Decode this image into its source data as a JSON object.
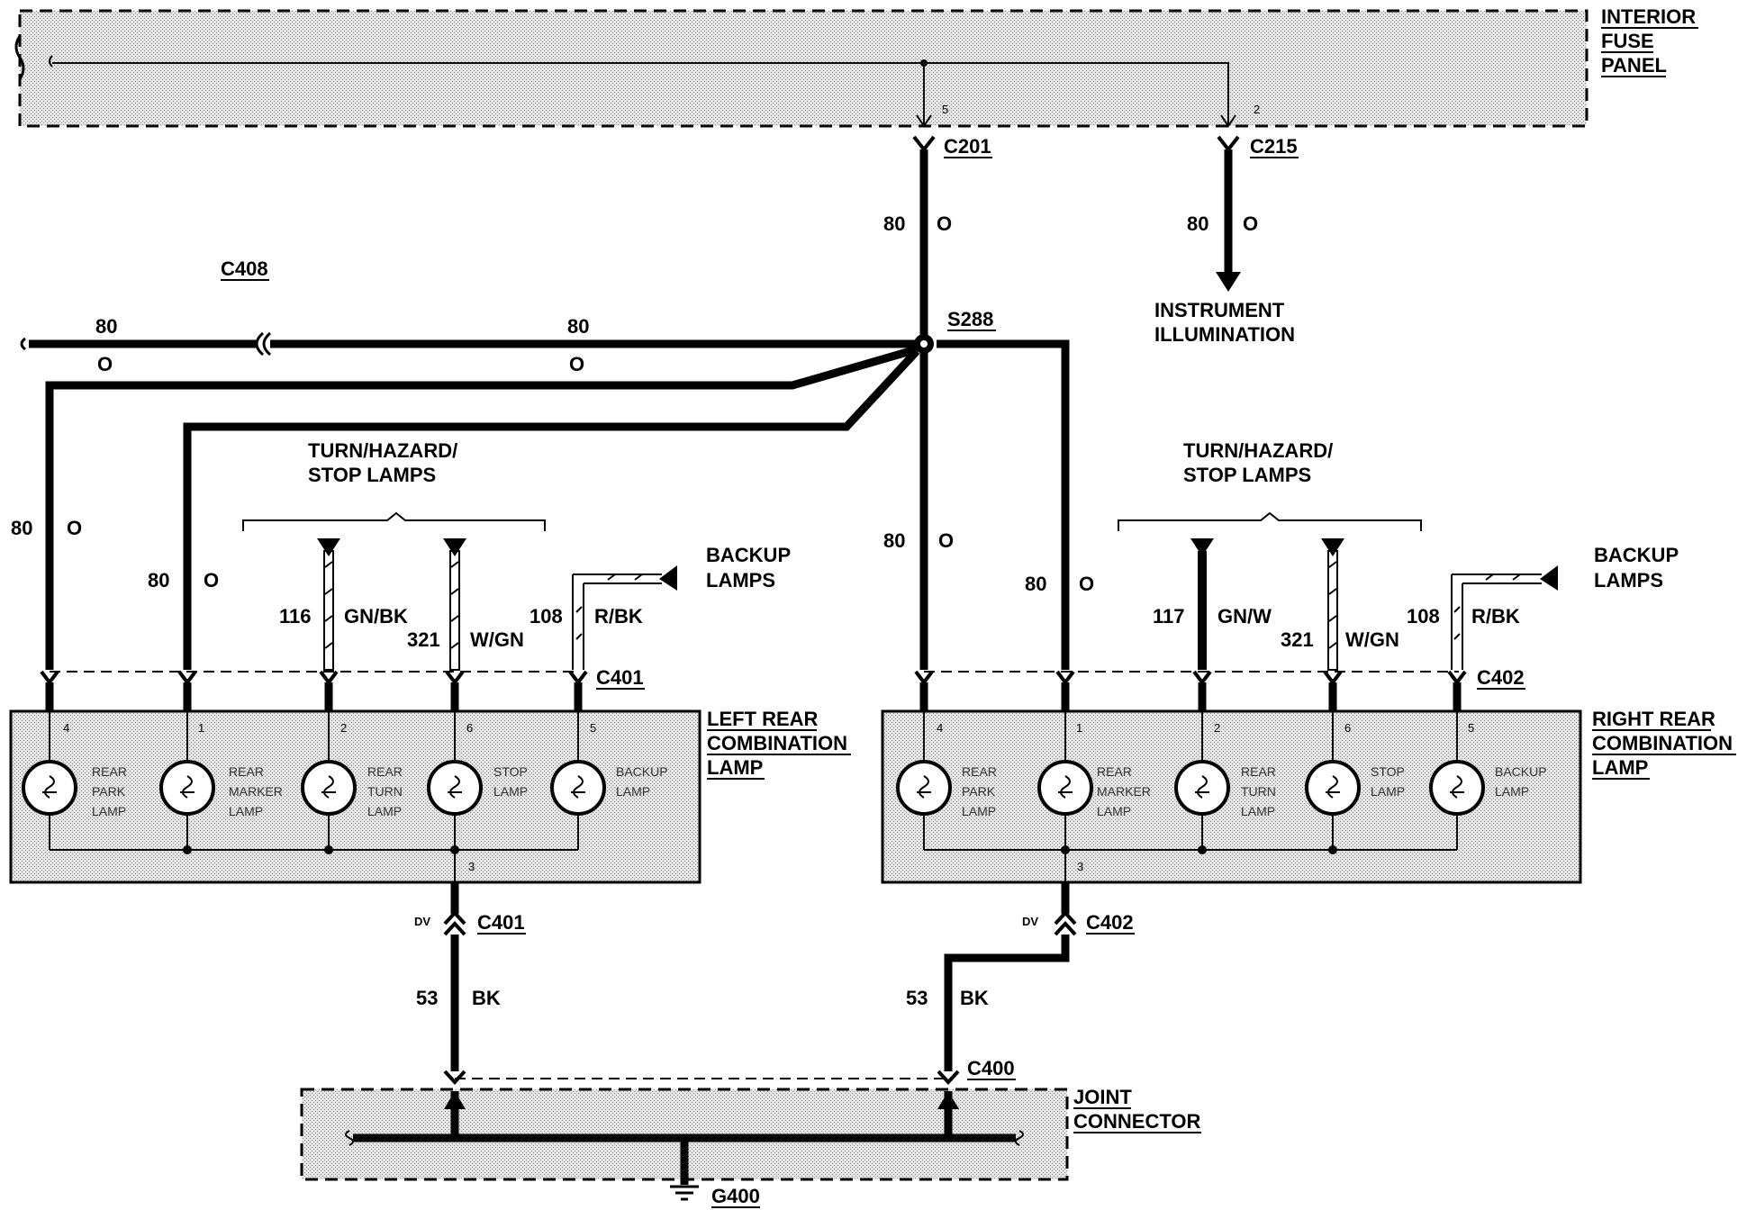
{
  "panels": {
    "fuse_panel": {
      "title_lines": [
        "INTERIOR",
        "FUSE",
        "PANEL"
      ],
      "pin_left": "5",
      "pin_right": "2"
    },
    "left_lamp": {
      "title_lines": [
        "LEFT REAR",
        "COMBINATION",
        "LAMP"
      ],
      "pins": [
        "4",
        "1",
        "2",
        "6",
        "5"
      ],
      "ground_pin": "3"
    },
    "right_lamp": {
      "title_lines": [
        "RIGHT REAR",
        "COMBINATION",
        "LAMP"
      ],
      "pins": [
        "4",
        "1",
        "2",
        "6",
        "5"
      ],
      "ground_pin": "3"
    },
    "joint_connector": {
      "title_lines": [
        "JOINT",
        "CONNECTOR"
      ]
    }
  },
  "bulbs": [
    [
      "REAR",
      "PARK",
      "LAMP"
    ],
    [
      "REAR",
      "MARKER",
      "LAMP"
    ],
    [
      "REAR",
      "TURN",
      "LAMP"
    ],
    [
      "STOP",
      "LAMP"
    ],
    [
      "BACKUP",
      "LAMP"
    ]
  ],
  "connectors": {
    "c201": "C201",
    "c215": "C215",
    "c408": "C408",
    "s288": "S288",
    "c401": "C401",
    "c402": "C402",
    "c400": "C400",
    "g400": "G400",
    "dv": "DV"
  },
  "wires": {
    "circuit_80": "80",
    "color_o": "O",
    "circuit_116": "116",
    "color_gn_bk": "GN/BK",
    "circuit_321": "321",
    "color_w_gn": "W/GN",
    "circuit_108": "108",
    "color_r_bk": "R/BK",
    "circuit_117": "117",
    "color_gn_w": "GN/W",
    "circuit_53": "53",
    "color_bk": "BK"
  },
  "destinations": {
    "instrument": [
      "INSTRUMENT",
      "ILLUMINATION"
    ],
    "turn_hazard": [
      "TURN/HAZARD/",
      "STOP LAMPS"
    ],
    "backup": [
      "BACKUP",
      "LAMPS"
    ]
  }
}
